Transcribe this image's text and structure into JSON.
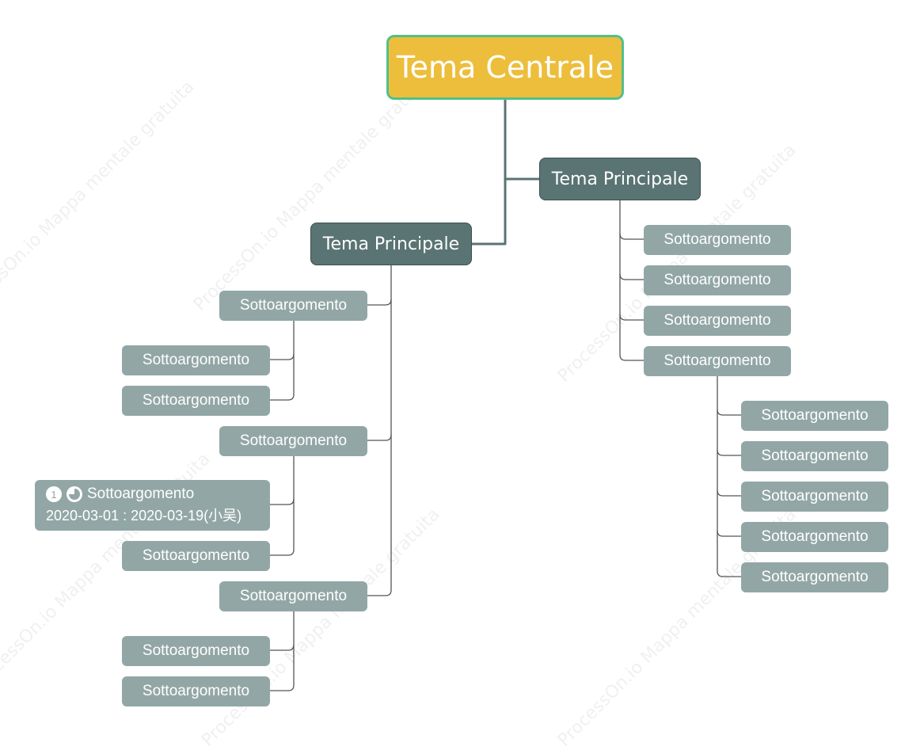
{
  "watermark": "ProcessOn.io Mappa mentale gratuita",
  "colors": {
    "central_fill": "#EDBE3B",
    "central_border": "#52C08C",
    "main_fill": "#5A7473",
    "sub_fill": "#92A7A5",
    "connector": "#5A7473"
  },
  "central": {
    "label": "Tema Centrale"
  },
  "left_branch": {
    "label": "Tema Principale",
    "groups": [
      {
        "label": "Sottoargomento",
        "children": [
          "Sottoargomento",
          "Sottoargomento"
        ]
      },
      {
        "label": "Sottoargomento",
        "rich_child": {
          "priority": "1",
          "progress_icon": "pie-progress-icon",
          "label": "Sottoargomento",
          "dates": "2020-03-01 : 2020-03-19(小吴)"
        },
        "children": [
          "Sottoargomento"
        ]
      },
      {
        "label": "Sottoargomento",
        "children": [
          "Sottoargomento",
          "Sottoargomento"
        ]
      }
    ]
  },
  "right_branch": {
    "label": "Tema Principale",
    "items": [
      "Sottoargomento",
      "Sottoargomento",
      "Sottoargomento",
      "Sottoargomento"
    ],
    "last_item_children": [
      "Sottoargomento",
      "Sottoargomento",
      "Sottoargomento",
      "Sottoargomento",
      "Sottoargomento"
    ]
  }
}
